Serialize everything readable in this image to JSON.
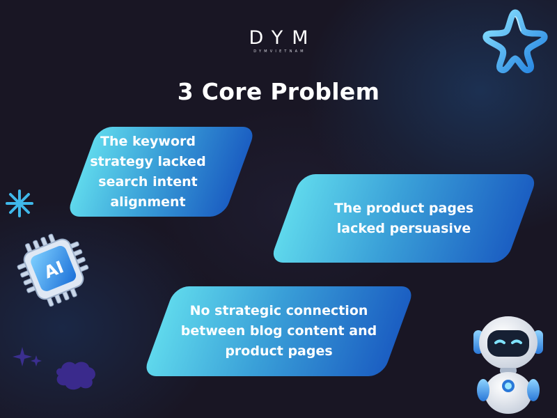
{
  "logo": {
    "mark": "DYM",
    "subtitle": "DYMVIETNAM"
  },
  "title": "3 Core Problem",
  "problems": [
    {
      "text": "The keyword strategy lacked search intent alignment"
    },
    {
      "text": "The product pages lacked persuasive"
    },
    {
      "text": "No strategic connection between blog content and product pages"
    }
  ],
  "decorations": {
    "chip_label": "AI"
  },
  "colors": {
    "background": "#191624",
    "card_gradient_start": "#5fd8ec",
    "card_gradient_end": "#1b5ec2",
    "text": "#ffffff"
  }
}
